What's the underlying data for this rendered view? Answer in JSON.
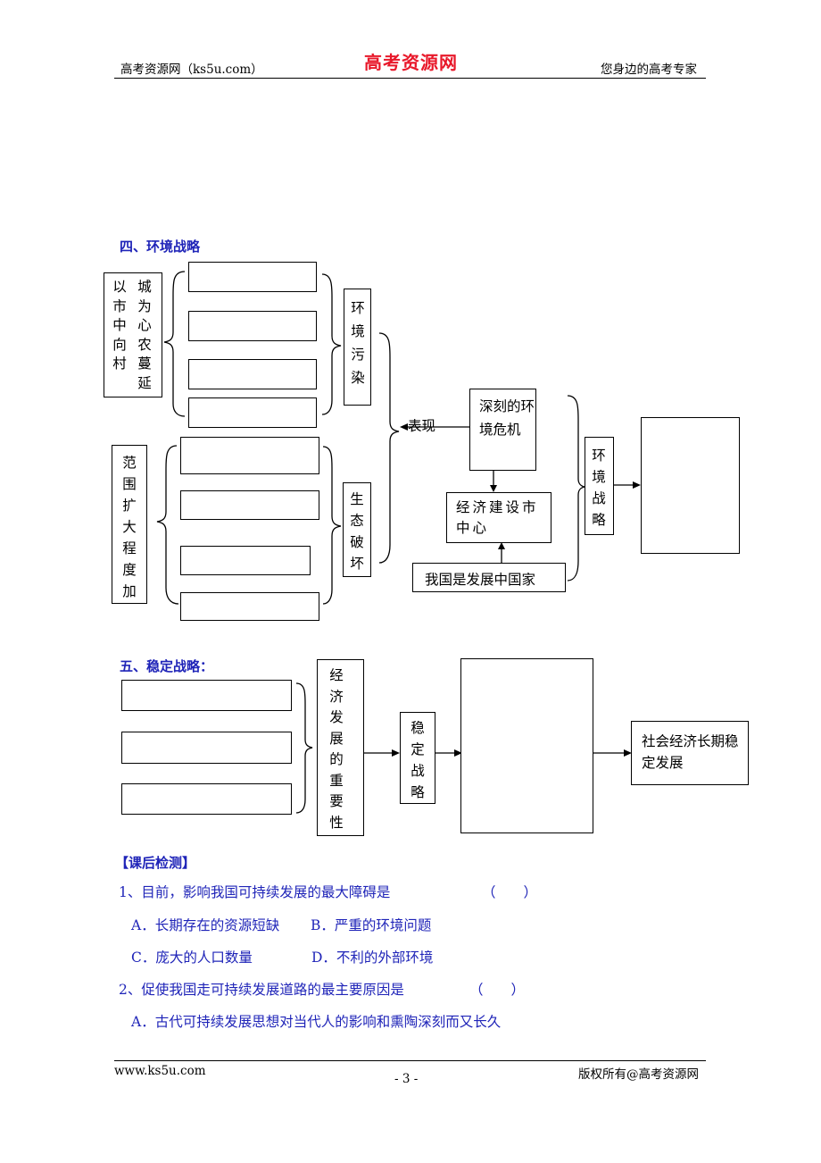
{
  "header": {
    "left": "高考资源网（ks5u.com）",
    "center": "高考资源网",
    "right": "您身边的高考专家"
  },
  "section4": {
    "title": "四、环境战略",
    "left_box_top_cols": [
      "以市中向村",
      "城为心农蔓延"
    ],
    "left_box_bottom": "范围扩大程度加",
    "pollution_label": "环境污染",
    "ecology_label": "生态破坏",
    "manifest_label": "表现",
    "crisis_label": "深刻的环境危机",
    "econ_center_label": "经济建设市中心",
    "developing_label": "我国是发展中国家",
    "strategy_label": "环境战略"
  },
  "section5": {
    "title": "五、稳定战略：",
    "importance_label": "经济发展的重要性",
    "strategy_label": "稳定战略",
    "outcome_label": "社会经济长期稳定发展"
  },
  "exercise": {
    "title": "【课后检测】",
    "q1": {
      "stem": "1、目前，影响我国可持续发展的最大障碍是",
      "paren": "（　　）",
      "opt_a": "A．长期存在的资源短缺",
      "opt_b": "B．严重的环境问题",
      "opt_c": "C．庞大的人口数量",
      "opt_d": "D．不利的外部环境"
    },
    "q2": {
      "stem": "2、促使我国走可持续发展道路的最主要原因是",
      "paren": "（　　）",
      "opt_a": "A．古代可持续发展思想对当代人的影响和熏陶深刻而又长久"
    }
  },
  "footer": {
    "left": "www.ks5u.com",
    "page": "- 3 -",
    "right": "版权所有@高考资源网"
  }
}
